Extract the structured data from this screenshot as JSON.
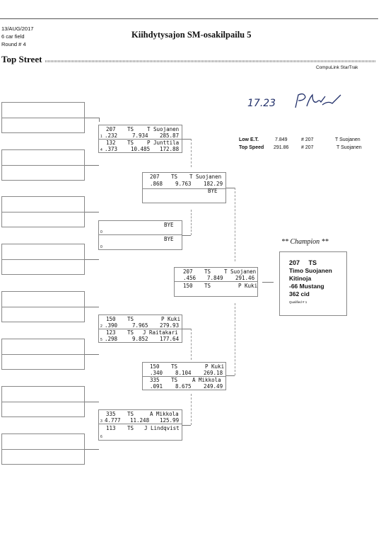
{
  "header": {
    "date": "13/AUG/2017",
    "field": "6 car field",
    "round": "Round # 4",
    "title": "Kiihdytysajon SM-osakilpailu 5",
    "class": "Top Street",
    "software": "CompuLink StarTrak",
    "signature_note": "17.23"
  },
  "records": {
    "low_et_label": "Low  E.T.",
    "low_et_value": "7.849",
    "low_et_car": "# 207",
    "low_et_driver": "T Suojanen",
    "top_speed_label": "Top Speed",
    "top_speed_value": "291.86",
    "top_speed_car": "# 207",
    "top_speed_driver": "T Suojanen"
  },
  "round1": [
    {
      "seed": "1",
      "car": "207",
      "cls": "TS",
      "driver": "T Suojanen",
      "rt": ".232",
      "et": "7.934",
      "mph": "285.87"
    },
    {
      "seed": "4",
      "car": "132",
      "cls": "TS",
      "driver": "P Junttila",
      "rt": ".373",
      "et": "10.485",
      "mph": "172.88"
    },
    {
      "seed": "0",
      "bye": "BYE"
    },
    {
      "seed": "0",
      "bye": "BYE"
    },
    {
      "seed": "2",
      "car": "150",
      "cls": "TS",
      "driver": "P Kuki",
      "rt": ".390",
      "et": "7.965",
      "mph": "279.93"
    },
    {
      "seed": "5",
      "car": "123",
      "cls": "TS",
      "driver": "J Raitakari",
      "rt": ".298",
      "et": "9.852",
      "mph": "177.64"
    },
    {
      "seed": "3",
      "car": "335",
      "cls": "TS",
      "driver": "A Mikkola",
      "rt": "4.777",
      "et": "11.248",
      "mph": "125.99"
    },
    {
      "seed": "6",
      "car": "113",
      "cls": "TS",
      "driver": "J Lindqvist"
    }
  ],
  "round2": [
    {
      "car": "207",
      "cls": "TS",
      "driver": "T Suojanen",
      "rt": ".868",
      "et": "9.763",
      "mph": "182.29"
    },
    {
      "bye": "BYE"
    },
    {
      "car": "150",
      "cls": "TS",
      "driver": "P Kuki",
      "rt": ".340",
      "et": "8.104",
      "mph": "269.18"
    },
    {
      "car": "335",
      "cls": "TS",
      "driver": "A Mikkola",
      "rt": ".091",
      "et": "8.675",
      "mph": "249.49"
    }
  ],
  "final": [
    {
      "car": "207",
      "cls": "TS",
      "driver": "T Suojanen",
      "rt": ".456",
      "et": "7.849",
      "mph": "291.46"
    },
    {
      "car": "150",
      "cls": "TS",
      "driver": "P Kuki"
    }
  ],
  "champion": {
    "heading": "** Champion **",
    "car_class": "207     TS",
    "name": "Timo Suojanen",
    "city": "Kitinoja",
    "car": "-66 Mustang",
    "engine": "362 cid",
    "qualified": "Qualified # 1"
  }
}
